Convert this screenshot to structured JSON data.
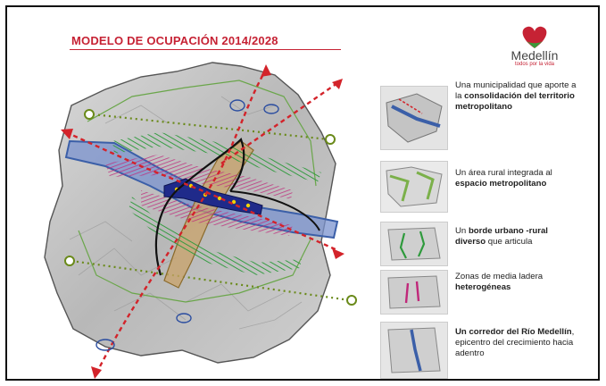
{
  "slide": {
    "title": "MODELO DE OCUPACIÓN 2014/2028",
    "logo": {
      "name": "Medellín",
      "tagline": "todos por la vida"
    }
  },
  "legend": [
    {
      "parts": [
        {
          "t": "Una municipalidad que aporte a la ",
          "b": false
        },
        {
          "t": "consolidación del territorio metropolitano",
          "b": true
        }
      ]
    },
    {
      "parts": [
        {
          "t": "Un área rural integrada al ",
          "b": false
        },
        {
          "t": "espacio metropolitano",
          "b": true
        }
      ]
    },
    {
      "parts": [
        {
          "t": "Un ",
          "b": false
        },
        {
          "t": "borde urbano -rural diverso",
          "b": true
        },
        {
          "t": " que articula",
          "b": false
        }
      ]
    },
    {
      "parts": [
        {
          "t": "Zonas de media ladera ",
          "b": false
        },
        {
          "t": "heterogéneas",
          "b": true
        }
      ]
    },
    {
      "parts": [
        {
          "t": "Un corredor del Río Medellín",
          "b": true
        },
        {
          "t": ", epicentro del crecimiento hacia adentro",
          "b": false
        }
      ]
    }
  ],
  "colors": {
    "title": "#c62234",
    "river_corridor": "#3b5fa8",
    "urban_core": "#1f2a8a",
    "green_belt": "#2e9a3c",
    "hillside": "#c0287a",
    "axis": "#d3232a",
    "outer_axis": "#6a8a1a",
    "terrain": "#bdbdbd"
  },
  "icons": [
    "medellin-heart-logo"
  ]
}
